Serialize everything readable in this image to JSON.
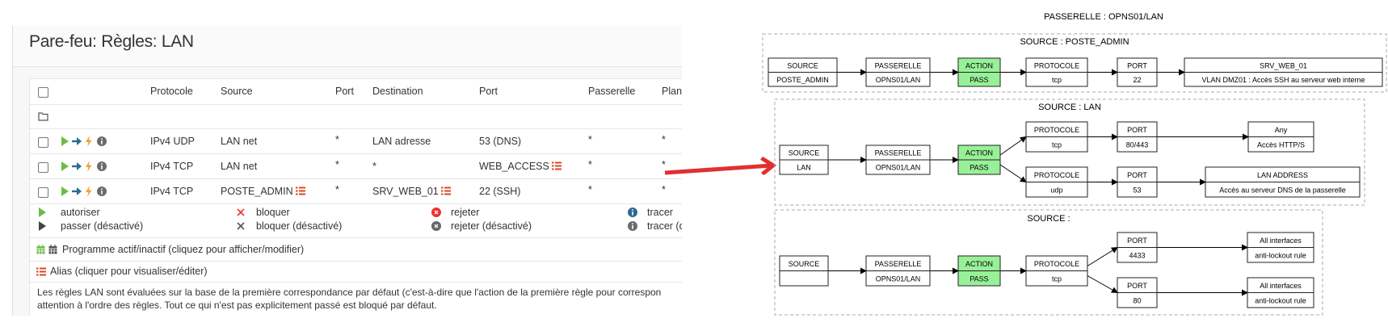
{
  "firewall": {
    "title": "Pare-feu: Règles: LAN",
    "columns": [
      "Protocole",
      "Source",
      "Port",
      "Destination",
      "Port",
      "Passerelle",
      "Plan"
    ],
    "rules": [
      {
        "protocol": "IPv4 UDP",
        "source": "LAN net",
        "source_alias": false,
        "src_port": "*",
        "destination": "LAN adresse",
        "dest_alias": false,
        "dst_port": "53 (DNS)",
        "port_alias": false,
        "gateway": "*",
        "schedule": "*"
      },
      {
        "protocol": "IPv4 TCP",
        "source": "LAN net",
        "source_alias": false,
        "src_port": "*",
        "destination": "*",
        "dest_alias": false,
        "dst_port": "WEB_ACCESS",
        "port_alias": true,
        "gateway": "*",
        "schedule": "*"
      },
      {
        "protocol": "IPv4 TCP",
        "source": "POSTE_ADMIN",
        "source_alias": true,
        "src_port": "*",
        "destination": "SRV_WEB_01",
        "dest_alias": true,
        "dst_port": "22 (SSH)",
        "port_alias": false,
        "gateway": "*",
        "schedule": "*"
      }
    ],
    "legend": {
      "allow": "autoriser",
      "pass_disabled": "passer (désactivé)",
      "block": "bloquer",
      "block_disabled": "bloquer (désactivé)",
      "reject": "rejeter",
      "reject_disabled": "rejeter (désactivé)",
      "log": "tracer",
      "log_disabled": "tracer (d"
    },
    "schedule_note": "Programme actif/inactif (cliquez pour afficher/modifier)",
    "alias_note": "Alias (cliquer pour visualiser/éditer)",
    "footer_line1": "Les règles LAN sont évaluées sur la base de la première correspondance par défaut (c'est-à-dire que l'action de la première règle pour correspon",
    "footer_line2": "attention à l'ordre des règles. Tout ce qui n'est pas explicitement passé est bloqué par défaut.",
    "colors": {
      "allow": "#6cbd45",
      "arrow": "#2c6b8e",
      "lightning": "#f0a030",
      "alias": "#d9481e",
      "reject": "#e33",
      "annotation_arrow": "#e03030"
    }
  },
  "diagram": {
    "title": "PASSERELLE : OPNS01/LAN",
    "action_fill": "#98f098",
    "clusters": [
      {
        "title": "SOURCE : POSTE_ADMIN",
        "nodes": [
          {
            "top": "SOURCE",
            "bottom": "POSTE_ADMIN"
          },
          {
            "top": "PASSERELLE",
            "bottom": "OPNS01/LAN"
          },
          {
            "top": "ACTION",
            "bottom": "PASS",
            "highlight": true
          },
          {
            "top": "PROTOCOLE",
            "bottom": "tcp"
          },
          {
            "top": "PORT",
            "bottom": "22"
          },
          {
            "top": "SRV_WEB_01",
            "bottom": "VLAN DMZ01 : Accès SSH au serveur web interne"
          }
        ]
      },
      {
        "title": "SOURCE : LAN",
        "nodes": [
          {
            "top": "SOURCE",
            "bottom": "LAN"
          },
          {
            "top": "PASSERELLE",
            "bottom": "OPNS01/LAN"
          },
          {
            "top": "ACTION",
            "bottom": "PASS",
            "highlight": true
          },
          {
            "top": "PROTOCOLE",
            "bottom": "tcp"
          },
          {
            "top": "PORT",
            "bottom": "80/443"
          },
          {
            "top": "Any",
            "bottom": "Accès HTTP/S"
          },
          {
            "top": "PROTOCOLE",
            "bottom": "udp"
          },
          {
            "top": "PORT",
            "bottom": "53"
          },
          {
            "top": "LAN ADDRESS",
            "bottom": "Accès au serveur DNS de la passerelle"
          }
        ]
      },
      {
        "title": "SOURCE :",
        "nodes": [
          {
            "top": "SOURCE",
            "bottom": ""
          },
          {
            "top": "PASSERELLE",
            "bottom": "OPNS01/LAN"
          },
          {
            "top": "ACTION",
            "bottom": "PASS",
            "highlight": true
          },
          {
            "top": "PROTOCOLE",
            "bottom": "tcp"
          },
          {
            "top": "PORT",
            "bottom": "4433"
          },
          {
            "top": "All interfaces",
            "bottom": "anti-lockout rule"
          },
          {
            "top": "PORT",
            "bottom": "80"
          },
          {
            "top": "All interfaces",
            "bottom": "anti-lockout rule"
          }
        ]
      }
    ]
  }
}
